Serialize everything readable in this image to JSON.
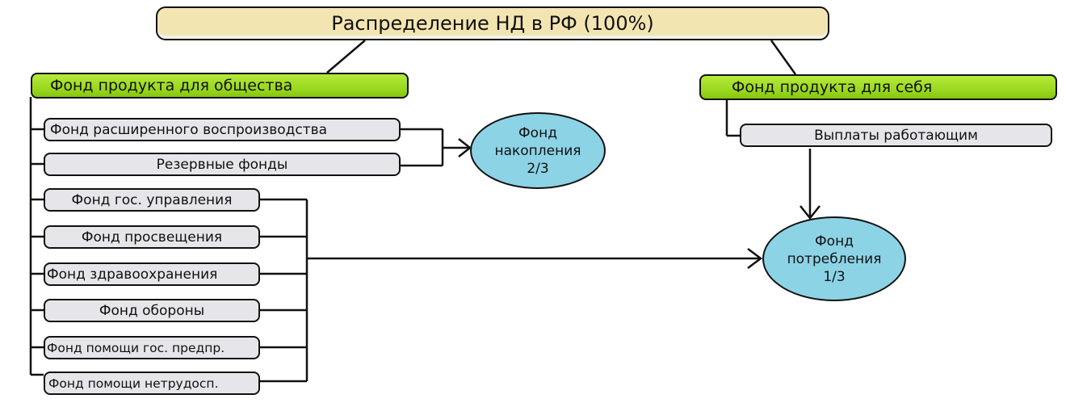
{
  "title": "Распределение НД в РФ   (100%)",
  "society": {
    "header": "Фонд продукта для общества",
    "accumulation_items": [
      "Фонд расширенного воспроизводства",
      "Резервные фонды"
    ],
    "consumption_items": [
      "Фонд гос. управления",
      "Фонд просвещения",
      "Фонд здравоохранения",
      "Фонд обороны",
      "Фонд помощи гос. предпр.",
      "Фонд помощи нетрудосп."
    ]
  },
  "self": {
    "header": "Фонд продукта для себя",
    "items": [
      "Выплаты работающим"
    ]
  },
  "accumulation_fund": {
    "line1": "Фонд",
    "line2": "накопления",
    "share": "2/3"
  },
  "consumption_fund": {
    "line1": "Фонд",
    "line2": "потребления",
    "share": "1/3"
  },
  "colors": {
    "title_fill": "#f3e5b2",
    "header_fill": "#9bd82a",
    "item_fill": "#e6e6ea",
    "fund_fill": "#8dd3e6"
  }
}
